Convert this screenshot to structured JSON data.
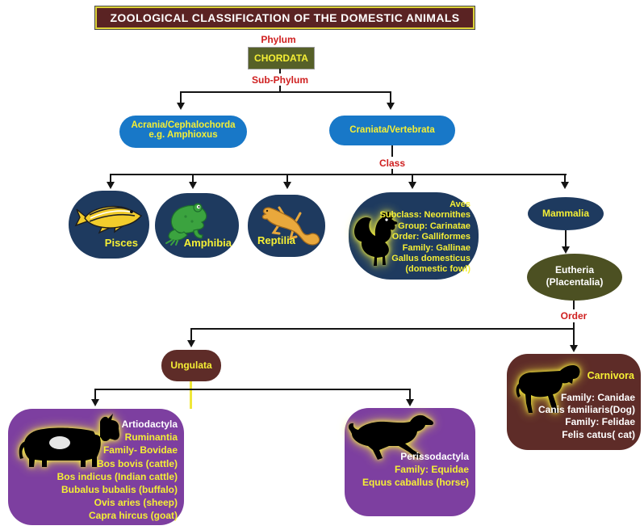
{
  "title": "ZOOLOGICAL CLASSIFICATION OF THE DOMESTIC ANIMALS",
  "levels": {
    "phylum": "Phylum",
    "sub_phylum": "Sub-Phylum",
    "class": "Class",
    "order": "Order"
  },
  "chordata": {
    "label": "CHORDATA"
  },
  "acrania": {
    "line1": "Acrania/Cephalochorda",
    "line2": "e.g. Amphioxus"
  },
  "craniata": {
    "label": "Craniata/Vertebrata"
  },
  "pisces": {
    "label": "Pisces",
    "icon": "fish-icon"
  },
  "amphibia": {
    "label": "Amphibia",
    "icon": "frog-icon"
  },
  "reptilia": {
    "label": "Reptilia",
    "icon": "lizard-icon"
  },
  "aves": {
    "icon": "rooster-icon",
    "lines": [
      "Aves",
      "Subclass: Neornithes",
      "Group: Carinatae",
      "Order: Galliformes",
      "Family: Gallinae",
      "Gallus domesticus",
      "(domestic fowl)"
    ]
  },
  "mammalia": {
    "label": "Mammalia"
  },
  "eutheria": {
    "line1": "Eutheria",
    "line2": "(Placentalia)"
  },
  "ungulata": {
    "label": "Ungulata"
  },
  "carnivora": {
    "icon": "dog-icon",
    "title": "Carnivora",
    "lines": [
      "Family: Canidae",
      "Canis familiaris(Dog)",
      "Family: Felidae",
      "Felis catus( cat)"
    ]
  },
  "artiodactyla": {
    "icon": "cow-icon",
    "heading": "Artiodactyla",
    "lines": [
      "Ruminantia",
      "Family- Bovidae",
      "Bos bovis (cattle)",
      "Bos indicus (Indian cattle)",
      "Bubalus bubalis (buffalo)",
      "Ovis aries (sheep)",
      "Capra hircus (goat)"
    ]
  },
  "perissodactyla": {
    "icon": "horse-icon",
    "heading": "Perissodactyla",
    "lines": [
      "Family: Equidae",
      "Equus caballus (horse)"
    ]
  },
  "colors": {
    "title_bg": "#5a2323",
    "title_border": "#ddd23a",
    "title_text": "#ffffff",
    "label_red": "#cf1f1f",
    "chordata_bg": "#566028",
    "blue_box": "#1878c8",
    "navy_node": "#1e3a5f",
    "olive_node": "#4c5022",
    "maroon_node": "#5e2c28",
    "purple_node": "#7d3fa0",
    "yellow_text": "#f5ef35",
    "glow_yellow": "#f8f23c",
    "connector": "#141414",
    "yellow_connector": "#efe73a"
  }
}
